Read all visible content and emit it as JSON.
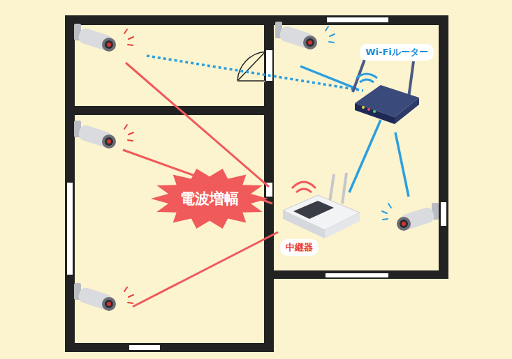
{
  "diagram": {
    "nodes": [
      {
        "text": [
          "Wi-Fiルーター"
        ]
      },
      {
        "text": [
          "電波増幅"
        ]
      },
      {
        "text": [
          "中継器"
        ]
      }
    ]
  }
}
